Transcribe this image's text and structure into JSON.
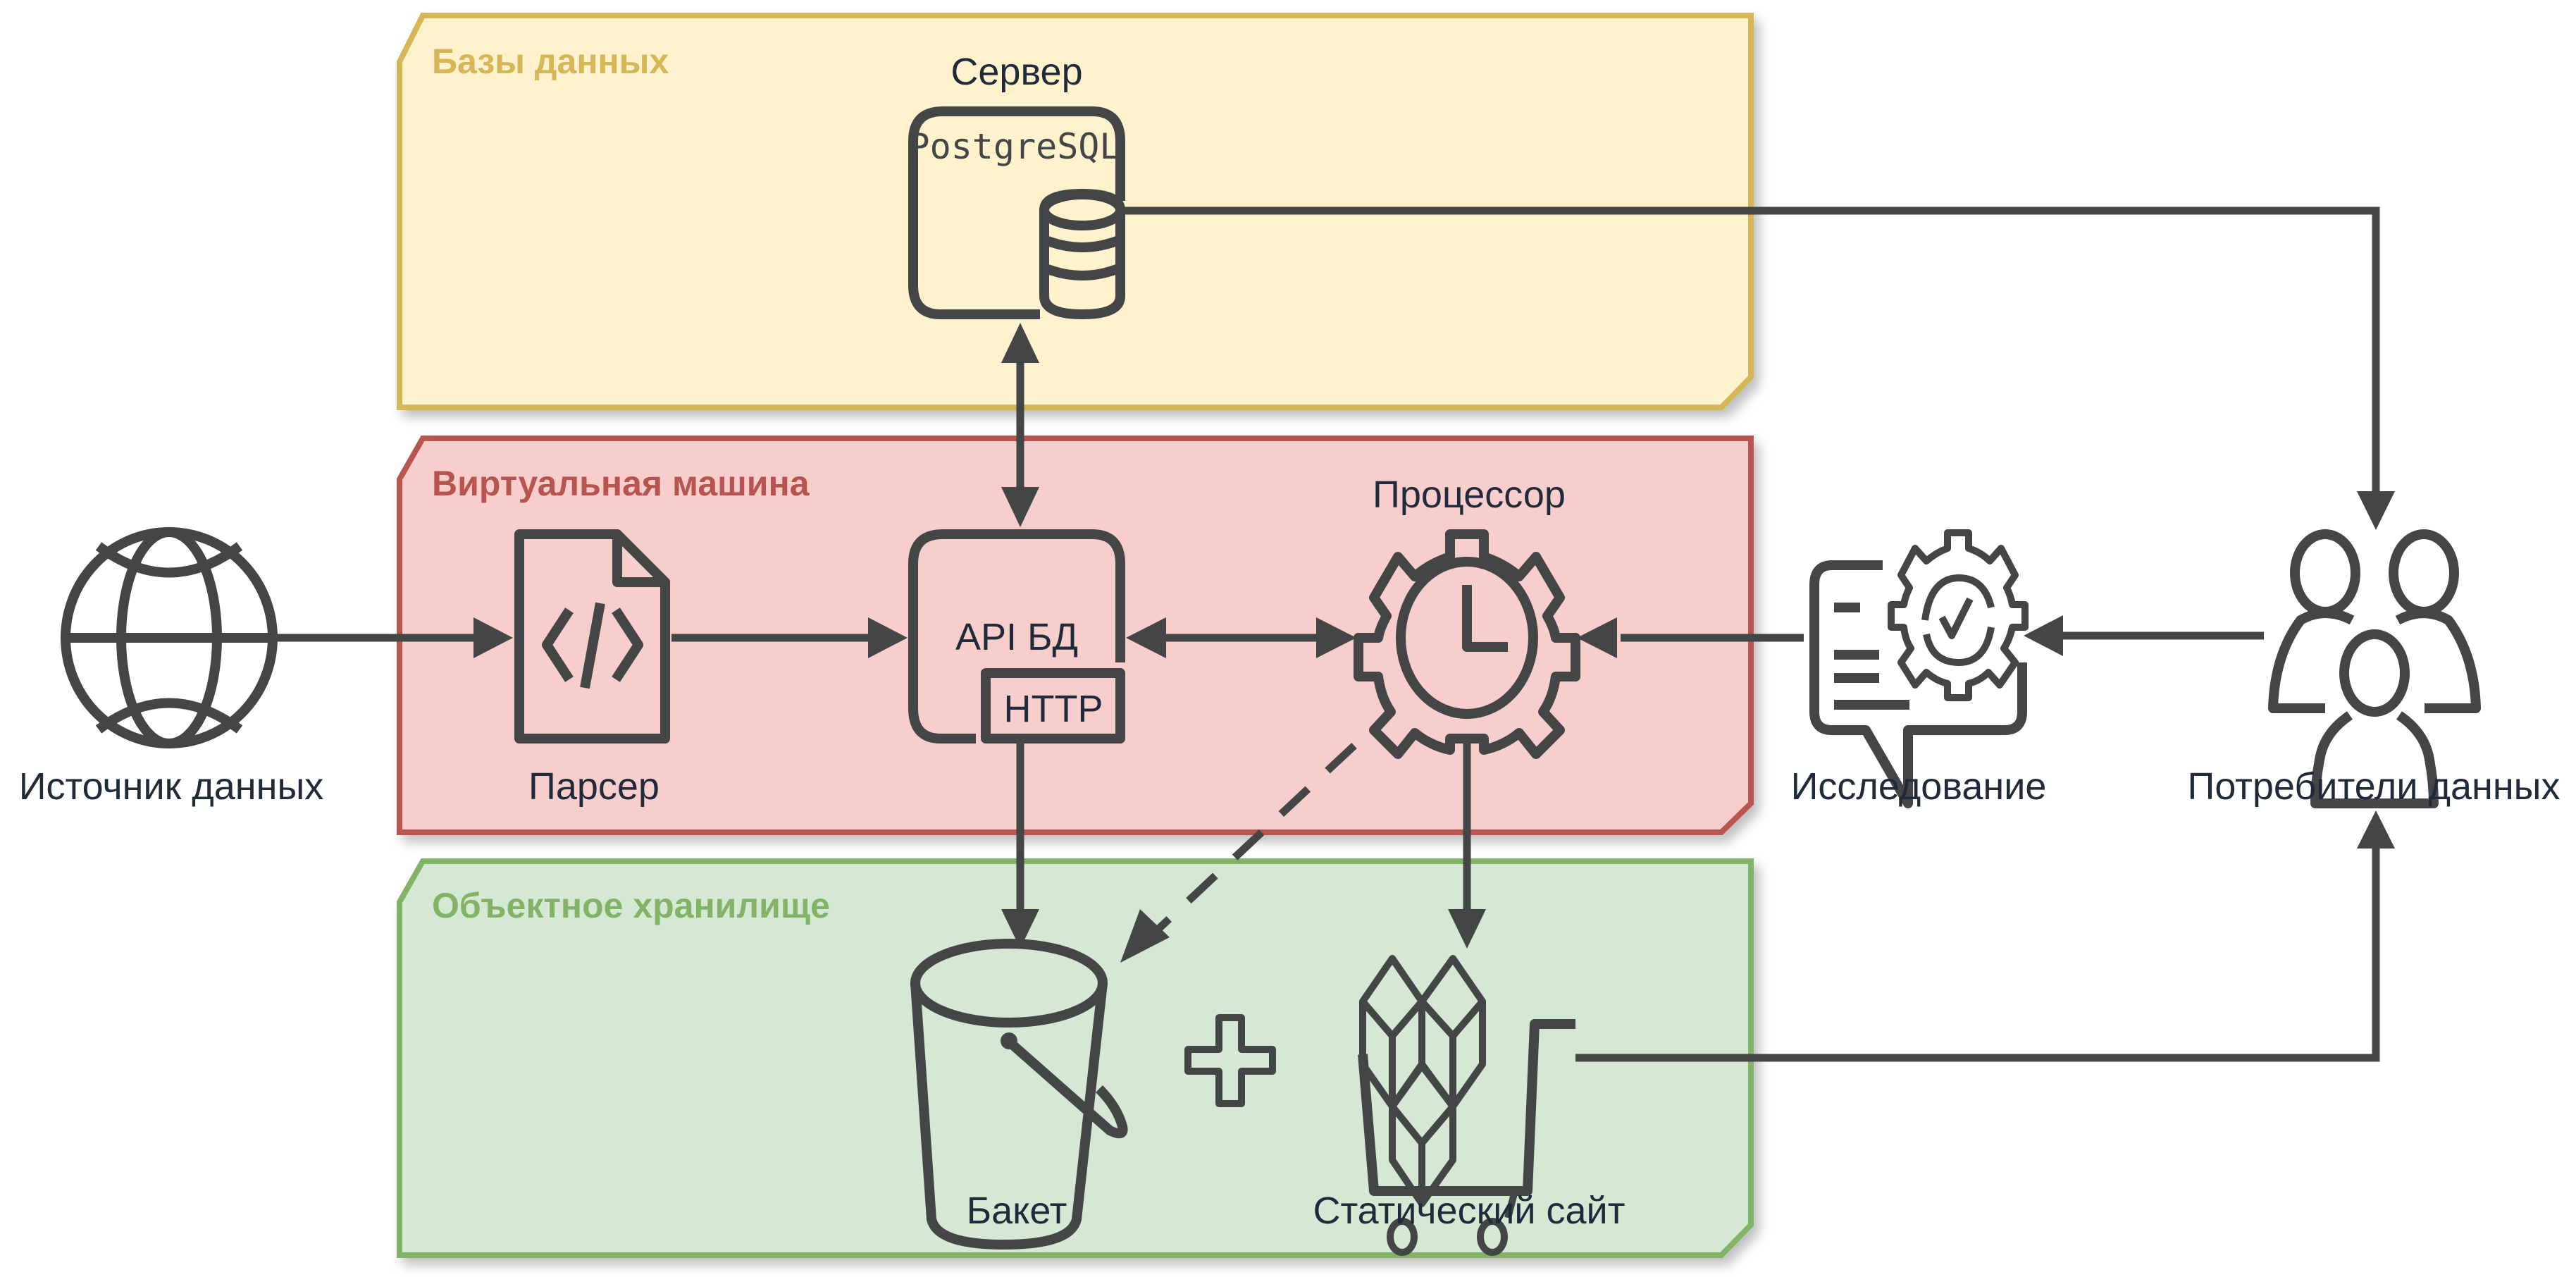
{
  "diagram": {
    "colors": {
      "ink": "#444547",
      "label_text": "#1f2a3a",
      "db_zone_fill": "#fff2cc",
      "db_zone_stroke": "#d6b656",
      "vm_zone_fill": "#f8cecc",
      "vm_zone_stroke": "#b85450",
      "storage_zone_fill": "#d5e8d4",
      "storage_zone_stroke": "#82b366"
    },
    "zones": {
      "databases": {
        "title": "Базы данных"
      },
      "virtual_machine": {
        "title": "Виртуальная машина"
      },
      "object_storage": {
        "title": "Объектное хранилище"
      }
    },
    "nodes": {
      "source": {
        "label": "Источник данных",
        "icon": "globe-icon"
      },
      "parser": {
        "label": "Парсер",
        "icon": "code-file-icon"
      },
      "api": {
        "label": "API БД",
        "badge": "HTTP",
        "icon": "api-container-icon"
      },
      "processor": {
        "label": "Процессор",
        "icon": "gear-clock-icon"
      },
      "server": {
        "label": "Сервер",
        "inner_label": "PostgreSQL",
        "icon": "database-server-icon"
      },
      "research": {
        "label": "Исследование",
        "icon": "report-gear-icon"
      },
      "consumers": {
        "label": "Потребители данных",
        "icon": "users-group-icon"
      },
      "bucket": {
        "label": "Бакет",
        "icon": "bucket-icon"
      },
      "plus": {
        "icon": "plus-icon"
      },
      "static_site": {
        "label": "Статический сайт",
        "icon": "cart-cubes-icon"
      }
    },
    "edges": [
      {
        "from": "source",
        "to": "parser",
        "style": "solid",
        "direction": "forward"
      },
      {
        "from": "parser",
        "to": "api",
        "style": "solid",
        "direction": "forward"
      },
      {
        "from": "api",
        "to": "server",
        "style": "solid",
        "direction": "both"
      },
      {
        "from": "api",
        "to": "processor",
        "style": "solid",
        "direction": "both"
      },
      {
        "from": "research",
        "to": "processor",
        "style": "solid",
        "direction": "forward"
      },
      {
        "from": "consumers",
        "to": "research",
        "style": "solid",
        "direction": "forward"
      },
      {
        "from": "server",
        "to": "consumers",
        "style": "solid",
        "direction": "forward"
      },
      {
        "from": "api",
        "to": "bucket",
        "style": "solid",
        "direction": "forward"
      },
      {
        "from": "processor",
        "to": "bucket",
        "style": "dashed",
        "direction": "forward"
      },
      {
        "from": "processor",
        "to": "static_site",
        "style": "solid",
        "direction": "forward"
      },
      {
        "from": "static_site",
        "to": "consumers",
        "style": "solid",
        "direction": "forward"
      }
    ]
  }
}
